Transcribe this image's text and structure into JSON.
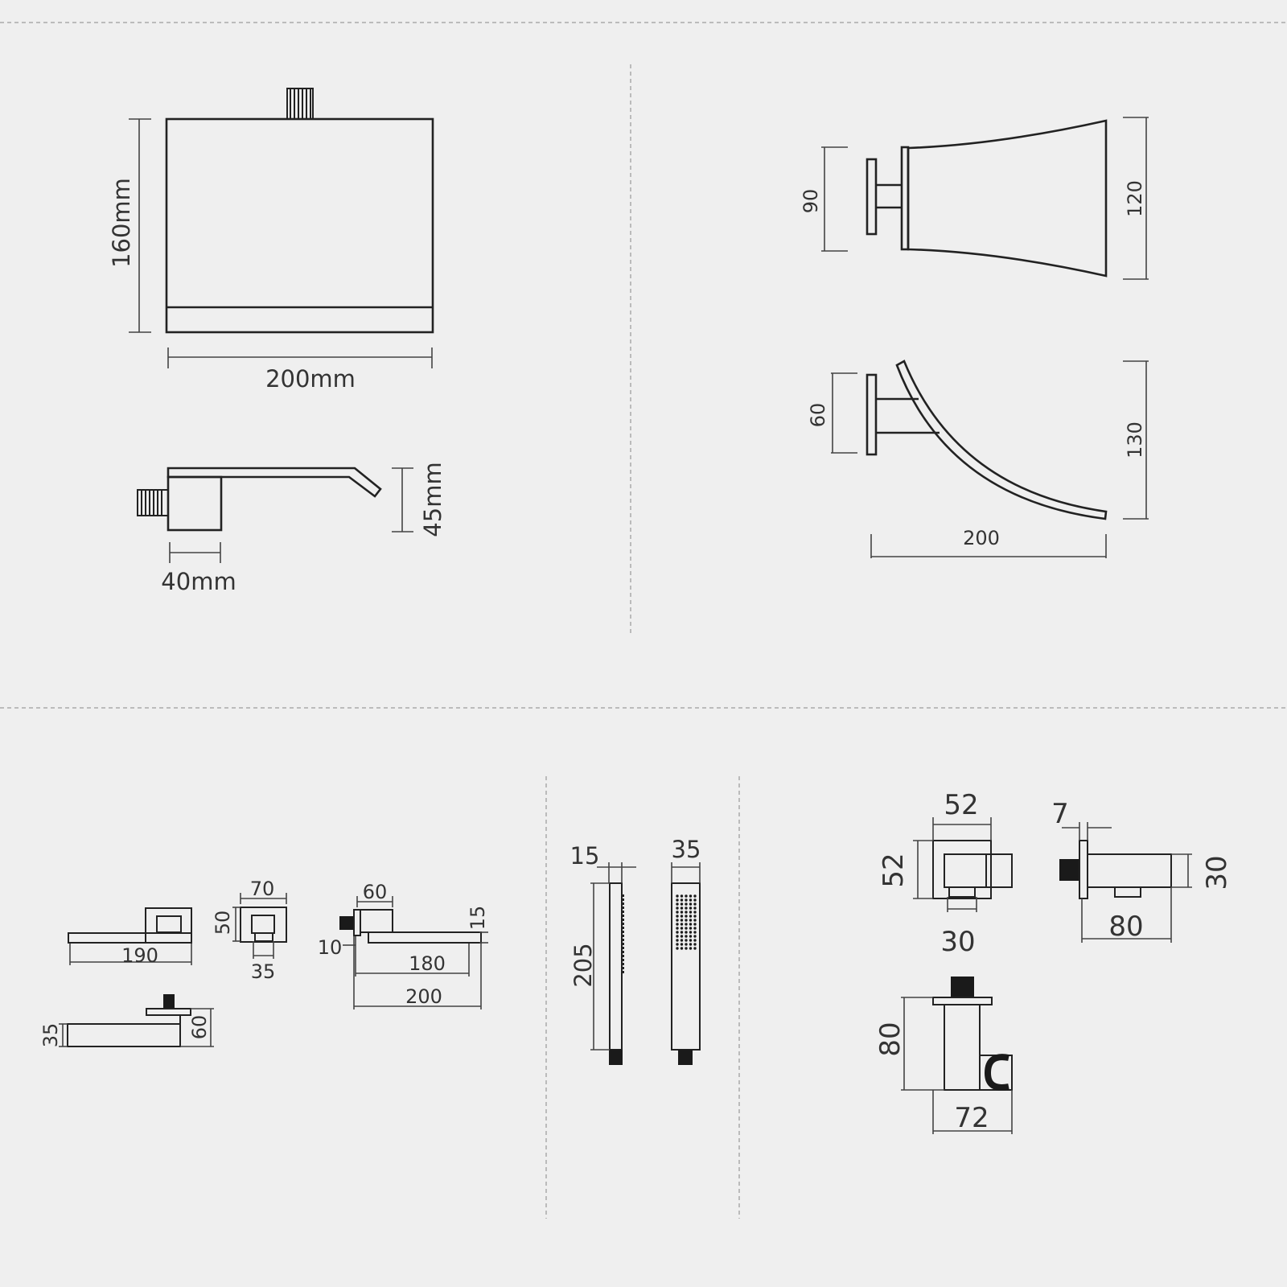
{
  "colors": {
    "background": "#efefef",
    "line": "#222222",
    "separator": "#aaaaaa"
  },
  "spout_front": {
    "width_label": "200mm",
    "height_label": "160mm"
  },
  "spout_side": {
    "depth_label": "40mm",
    "height_label": "45mm"
  },
  "waterfall_top": {
    "left_label": "90",
    "right_label": "120"
  },
  "waterfall_side": {
    "left_label": "60",
    "right_label": "130",
    "width_label": "200"
  },
  "valve_views": {
    "front_width": "190",
    "end_width": "70",
    "end_height": "50",
    "end_outlet": "35",
    "top_flange": "60",
    "top_depth": "180",
    "top_total": "200",
    "top_stub": "10",
    "top_lip": "15",
    "side_height": "35",
    "side_flange": "60"
  },
  "hand_shower": {
    "side_thickness": "15",
    "front_width": "35",
    "length": "205"
  },
  "wall_elbow": {
    "front_width": "52",
    "front_height": "52",
    "front_outlet": "30",
    "side_flange": "7",
    "side_height": "30",
    "side_depth": "80"
  },
  "holder": {
    "height": "80",
    "width": "72"
  }
}
